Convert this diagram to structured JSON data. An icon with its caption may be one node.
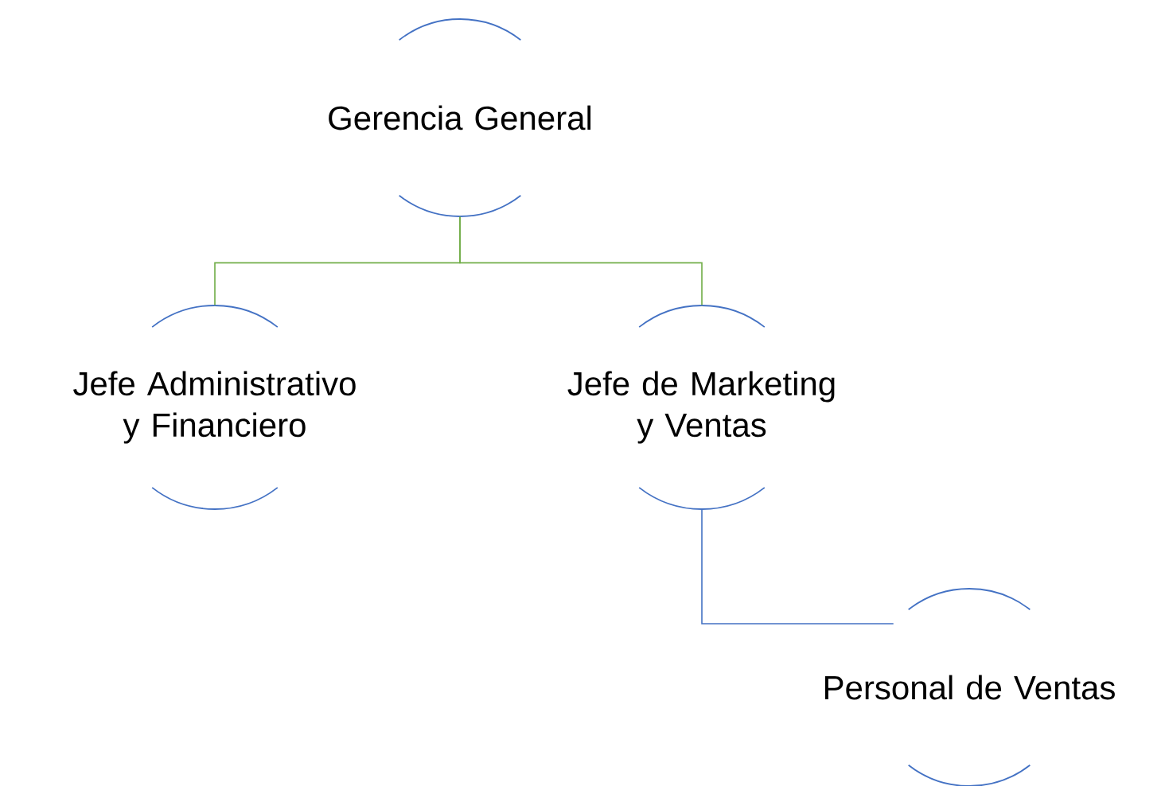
{
  "diagram": {
    "nodes": [
      {
        "text": [
          "Gerencia General"
        ]
      },
      {
        "text": [
          "Jefe Administrativo y Financiero"
        ]
      },
      {
        "text": [
          "Jefe de Marketing y Ventas"
        ]
      },
      {
        "text": [
          "Personal de Ventas"
        ]
      }
    ],
    "edges": [
      {
        "from": 0,
        "to": 1,
        "arrow": "none"
      },
      {
        "from": 0,
        "to": 2,
        "arrow": "none"
      },
      {
        "from": 2,
        "to": 3,
        "arrow": "none",
        "color": "#4472c4"
      }
    ]
  }
}
